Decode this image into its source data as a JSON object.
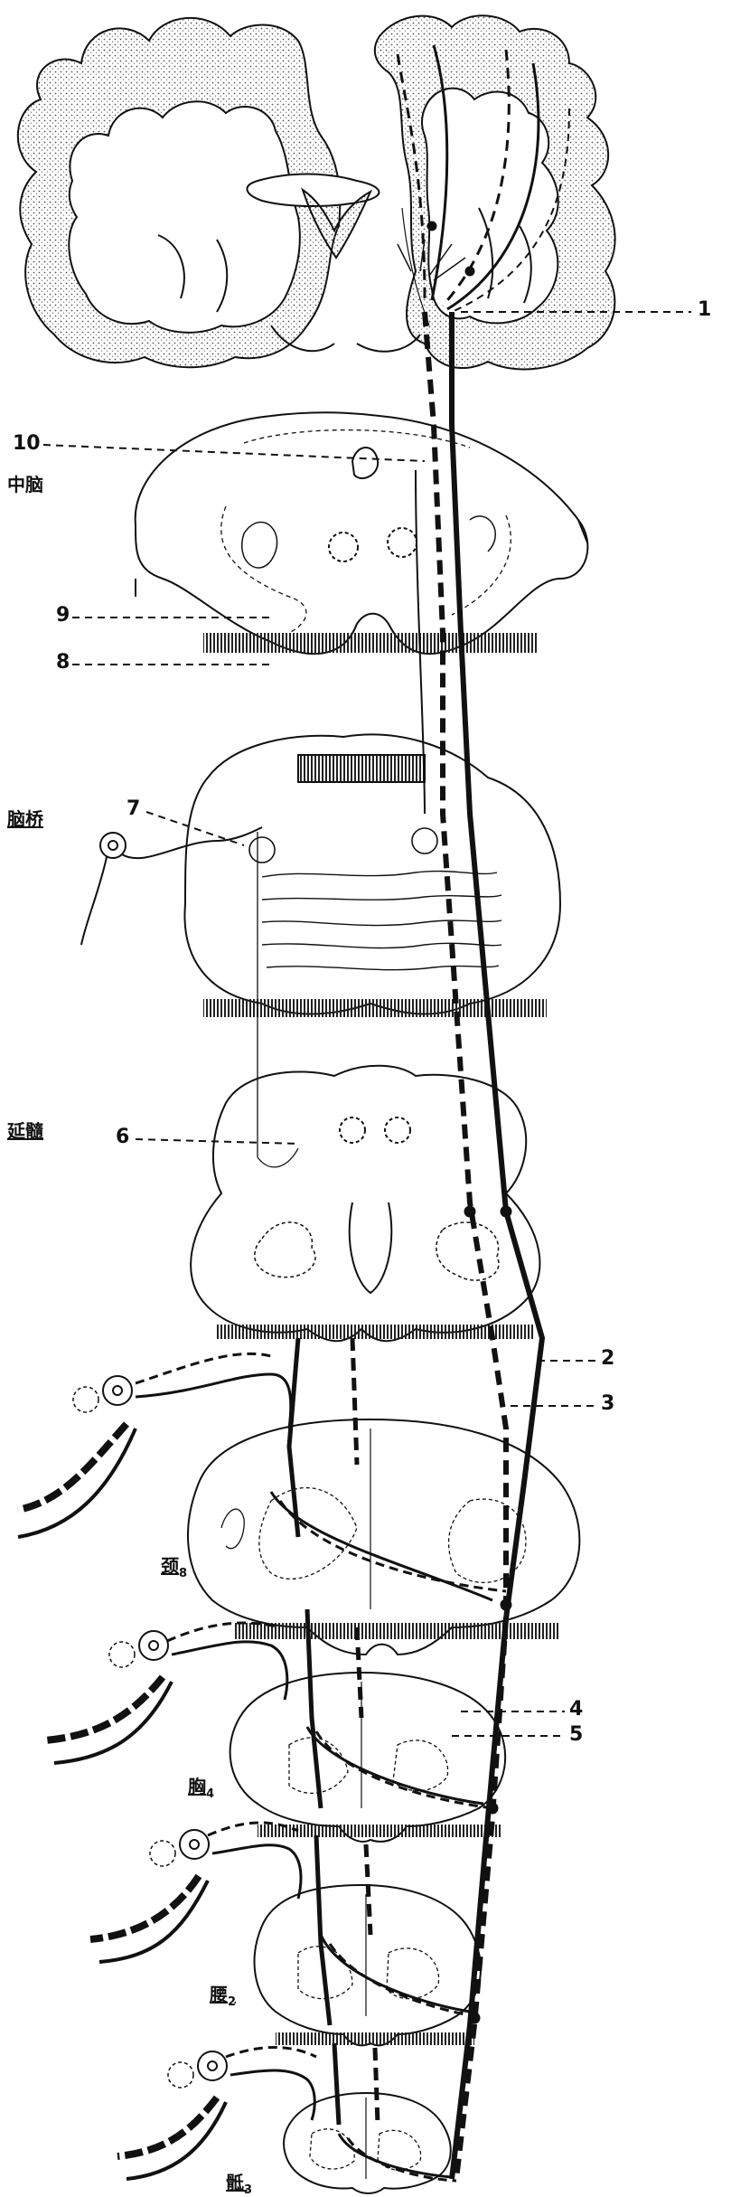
{
  "labels": {
    "n1": "1",
    "n2": "2",
    "n3": "3",
    "n4": "4",
    "n5": "5",
    "n6": "6",
    "n7": "7",
    "n8": "8",
    "n9": "9",
    "n10": "10"
  },
  "regions": {
    "midbrain": "中脑",
    "pons": "脑桥",
    "medulla": "延髓"
  },
  "segments": {
    "cervical": "颈",
    "cervical_sub": "8",
    "thoracic": "胸",
    "thoracic_sub": "4",
    "lumbar": "腰",
    "lumbar_sub": "2",
    "sacral": "骶",
    "sacral_sub": "3"
  }
}
